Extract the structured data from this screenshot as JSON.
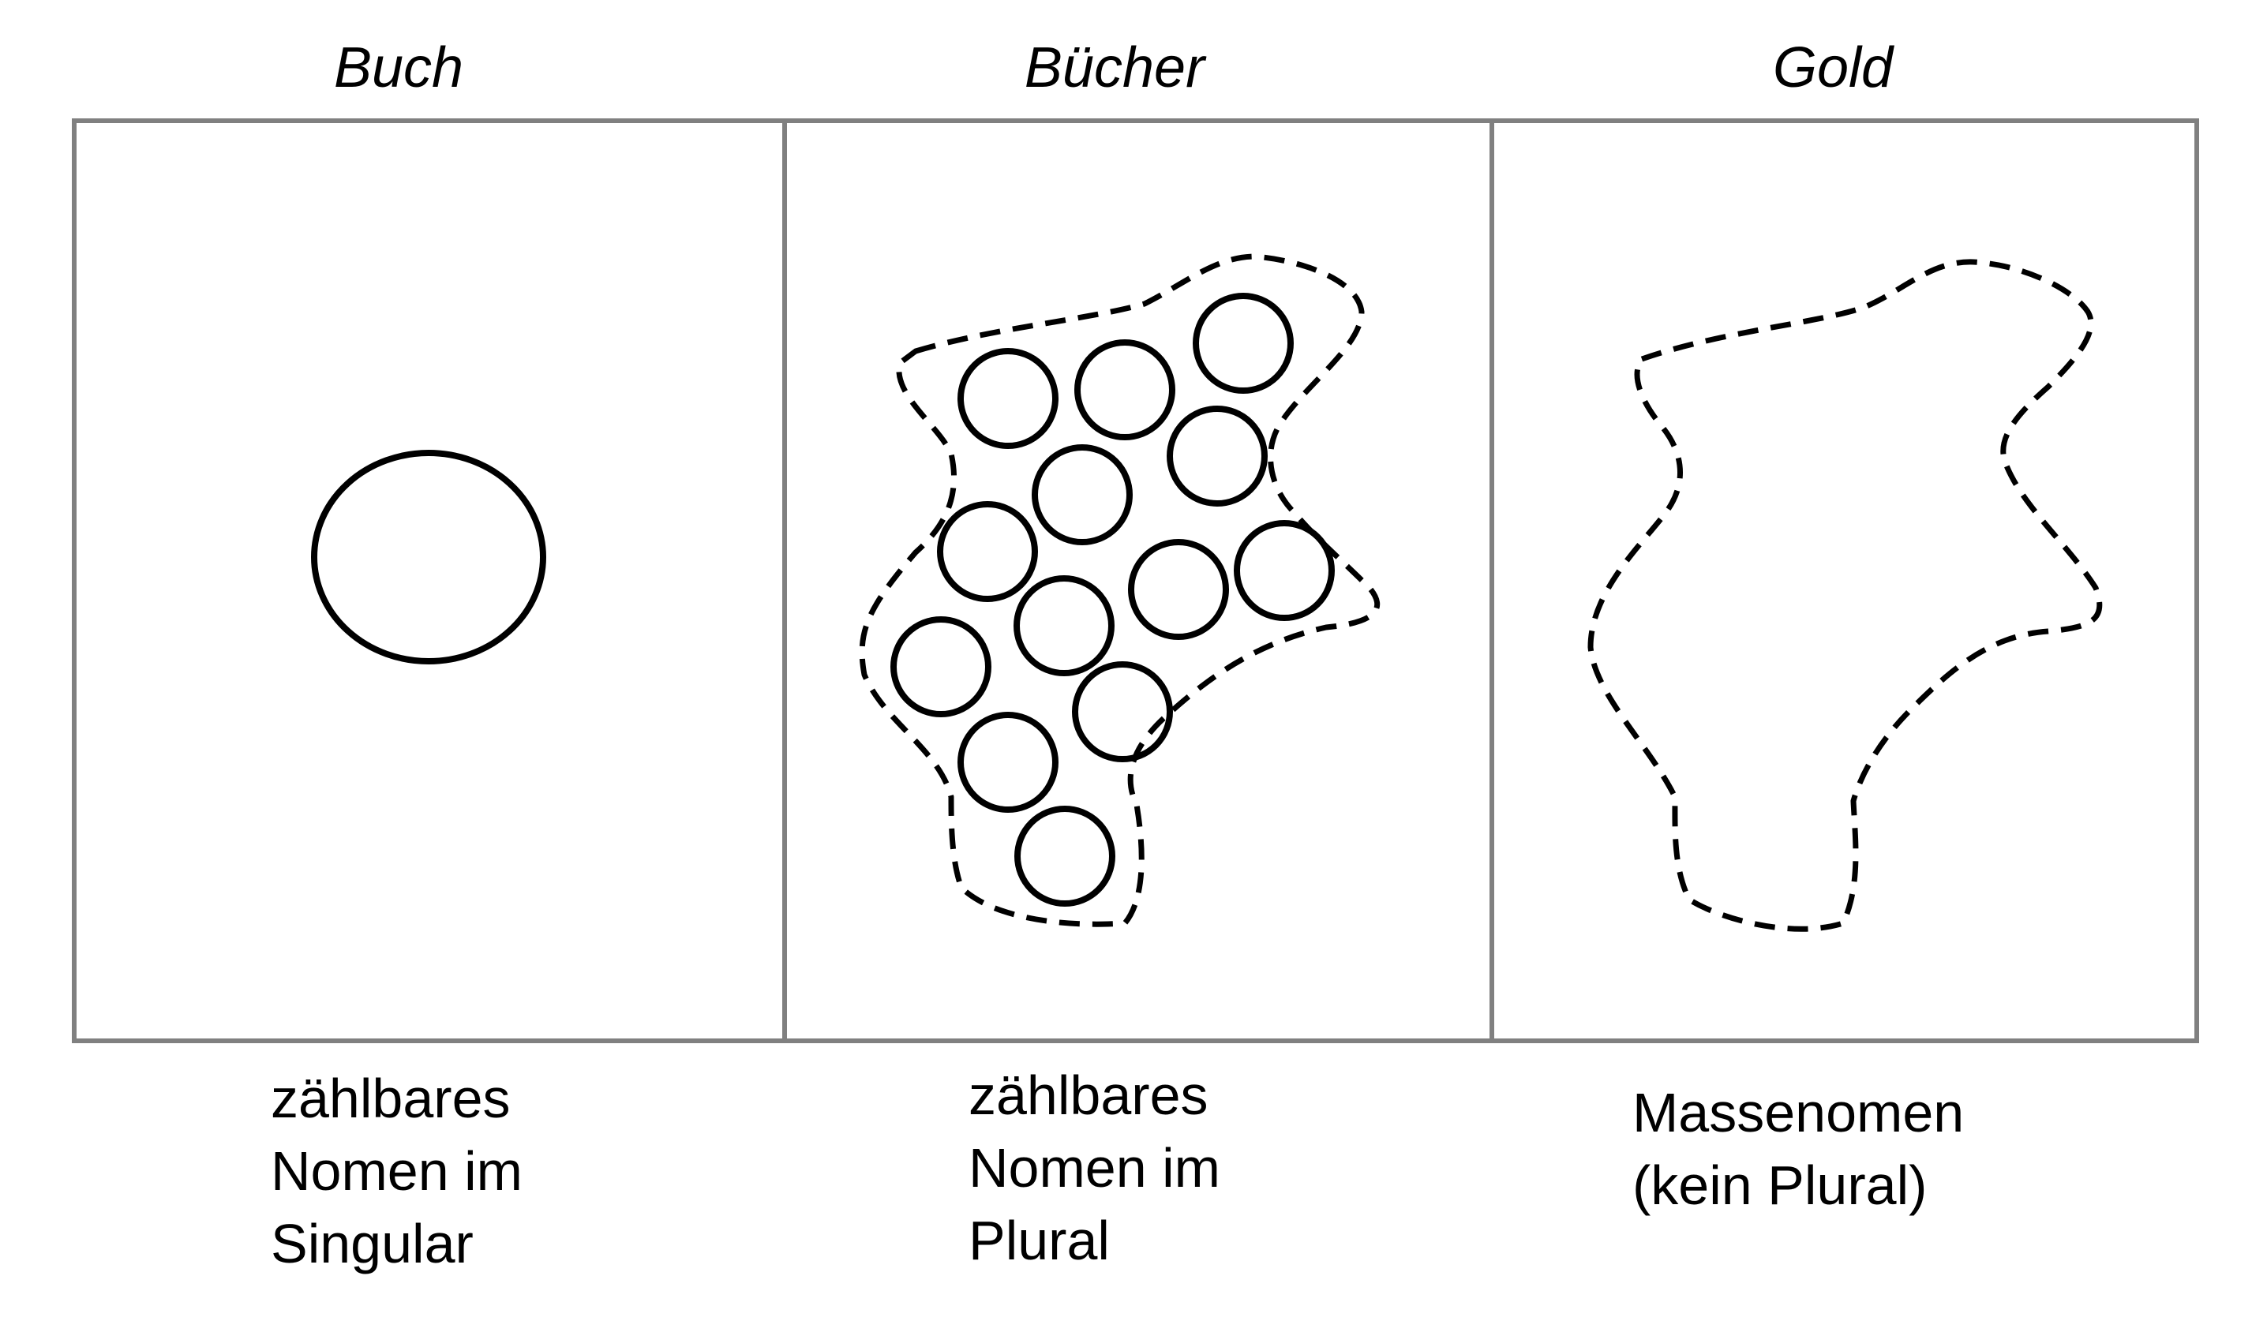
{
  "panels": [
    {
      "title": "Buch",
      "caption": [
        "zählbares",
        "Nomen im",
        "Singular"
      ],
      "icon": "single-circle"
    },
    {
      "title": "Bücher",
      "caption": [
        "zählbares",
        "Nomen im",
        "Plural"
      ],
      "icon": "circle-cluster-with-dashed-outline"
    },
    {
      "title": "Gold",
      "caption": [
        "Massenomen",
        "(kein Plural)"
      ],
      "icon": "dashed-blob"
    }
  ],
  "colors": {
    "frame": "#808080",
    "stroke": "#000000",
    "background": "#ffffff"
  }
}
